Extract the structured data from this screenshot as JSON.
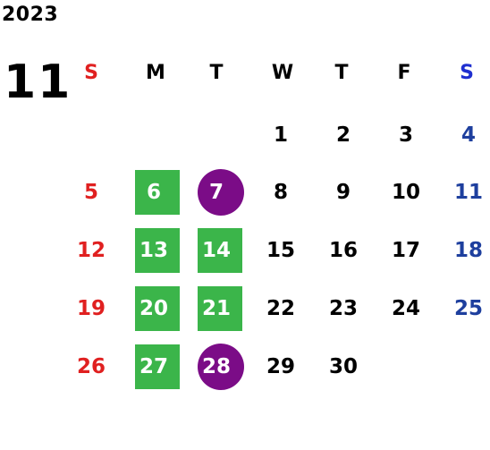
{
  "calendar": {
    "year": "2023",
    "month": "11",
    "weekdays": [
      "S",
      "M",
      "T",
      "W",
      "T",
      "F",
      "S"
    ],
    "weeks": [
      [
        "",
        "",
        "",
        "1",
        "2",
        "3",
        "4"
      ],
      [
        "5",
        "6",
        "7",
        "8",
        "9",
        "10",
        "11"
      ],
      [
        "12",
        "13",
        "14",
        "15",
        "16",
        "17",
        "18"
      ],
      [
        "19",
        "20",
        "21",
        "22",
        "23",
        "24",
        "25"
      ],
      [
        "26",
        "27",
        "28",
        "29",
        "30",
        "",
        ""
      ]
    ],
    "highlighted_green": [
      "6",
      "13",
      "14",
      "20",
      "21",
      "27"
    ],
    "highlighted_purple": [
      "7",
      "28"
    ],
    "colors": {
      "sunday": "#e02020",
      "saturday": "#1e3f9e",
      "green_highlight": "#3bb54a",
      "purple_highlight": "#7b0c87"
    }
  }
}
